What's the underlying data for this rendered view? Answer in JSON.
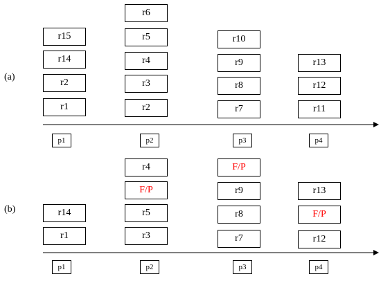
{
  "panels": [
    {
      "label": "(a)",
      "processors": [
        "p1",
        "p2",
        "p3",
        "p4"
      ],
      "columns": [
        [
          "r1",
          "r2",
          "r14",
          "r15"
        ],
        [
          "r2",
          "r3",
          "r4",
          "r5",
          "r6"
        ],
        [
          "r7",
          "r8",
          "r9",
          "r10"
        ],
        [
          "r11",
          "r12",
          "r13"
        ]
      ]
    },
    {
      "label": "(b)",
      "processors": [
        "p1",
        "p2",
        "p3",
        "p4"
      ],
      "columns": [
        [
          "r1",
          "r14"
        ],
        [
          "r3",
          "r5",
          "F/P",
          "r4"
        ],
        [
          "r7",
          "r8",
          "r9",
          "F/P"
        ],
        [
          "r12",
          "F/P",
          "r13"
        ]
      ]
    }
  ],
  "colors": {
    "text": "#000000",
    "highlight": "#ff0000"
  },
  "highlight_text": "F/P"
}
